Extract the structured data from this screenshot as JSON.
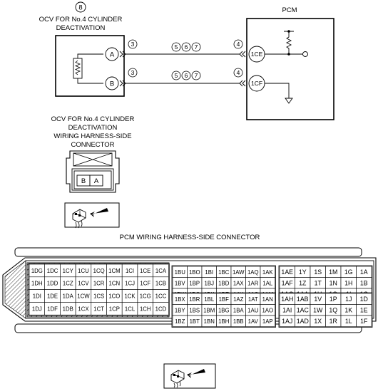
{
  "circuit": {
    "ocv_label_line1": "OCV FOR No.4 CYLINDER",
    "ocv_label_line2": "DEACTIVATION",
    "circle_8": "8",
    "pcm_label": "PCM",
    "terminal_a": "A",
    "terminal_b": "B",
    "pcm_terminal_1ce": "1CE",
    "pcm_terminal_1cf": "1CF",
    "wire_a_mark_left": "3",
    "wire_b_mark_left": "3",
    "wire_a_marks_mid": [
      "5",
      "6",
      "7"
    ],
    "wire_b_marks_mid": [
      "5",
      "6",
      "7"
    ],
    "wire_a_mark_right": "4",
    "wire_b_mark_right": "4"
  },
  "ocv_connector": {
    "title_line1": "OCV FOR No.4 CYLINDER",
    "title_line2": "DEACTIVATION",
    "title_line3": "WIRING HARNESS-SIDE",
    "title_line4": "CONNECTOR",
    "pins": [
      "B",
      "A"
    ]
  },
  "pcm_connector": {
    "title": "PCM WIRING HARNESS-SIDE CONNECTOR",
    "group1": [
      [
        "1DG",
        "1DC",
        "1CY",
        "1CU",
        "1CQ",
        "1CM",
        "1CI",
        "1CE",
        "1CA"
      ],
      [
        "1DH",
        "1DD",
        "1CZ",
        "1CV",
        "1CR",
        "1CN",
        "1CJ",
        "1CF",
        "1CB"
      ],
      [
        "1DI",
        "1DE",
        "1DA",
        "1CW",
        "1CS",
        "1CO",
        "1CK",
        "1CG",
        "1CC"
      ],
      [
        "1DJ",
        "1DF",
        "1DB",
        "1CX",
        "1CT",
        "1CP",
        "1CL",
        "1CH",
        "1CD"
      ]
    ],
    "group2a": [
      [
        "1BU",
        "1BO",
        "1BI",
        "1BC",
        "1AW",
        "1AQ",
        "1AK"
      ],
      [
        "1BV",
        "1BP",
        "1BJ",
        "1BD",
        "1AX",
        "1AR",
        "1AL"
      ],
      [
        "1BW",
        "1BQ",
        "1BK",
        "1BE",
        "1AY",
        "1AS",
        "1AM"
      ]
    ],
    "group2b": [
      [
        "1BX",
        "1BR",
        "1BL",
        "1BF",
        "1AZ",
        "1AT",
        "1AN"
      ],
      [
        "1BY",
        "1BS",
        "1BM",
        "1BG",
        "1BA",
        "1AU",
        "1AO"
      ],
      [
        "1BZ",
        "1BT",
        "1BN",
        "1BH",
        "1BB",
        "1AV",
        "1AP"
      ]
    ],
    "group3a": [
      [
        "1AE",
        "1Y",
        "1S",
        "1M",
        "1G",
        "1A"
      ],
      [
        "1AF",
        "1Z",
        "1T",
        "1N",
        "1H",
        "1B"
      ],
      [
        "1AG",
        "1AA",
        "1U",
        "1O",
        "1I",
        "1C"
      ]
    ],
    "group3b": [
      [
        "1AH",
        "1AB",
        "1V",
        "1P",
        "1J",
        "1D"
      ],
      [
        "1AI",
        "1AC",
        "1W",
        "1Q",
        "1K",
        "1E"
      ],
      [
        "1AJ",
        "1AD",
        "1X",
        "1R",
        "1L",
        "1F"
      ]
    ]
  }
}
